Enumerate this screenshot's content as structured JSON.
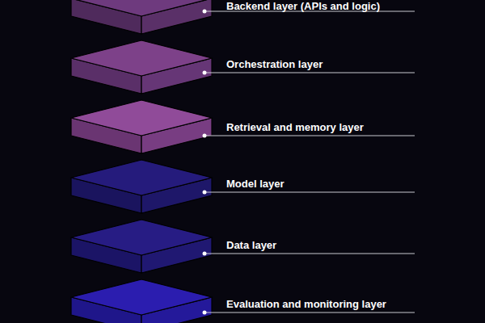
{
  "diagram": {
    "labels": [
      "Backend layer (APIs and logic)",
      "Orchestration layer",
      "Retrieval and memory layer",
      "Model layer",
      "Data layer",
      "Evaluation and monitoring layer"
    ]
  }
}
